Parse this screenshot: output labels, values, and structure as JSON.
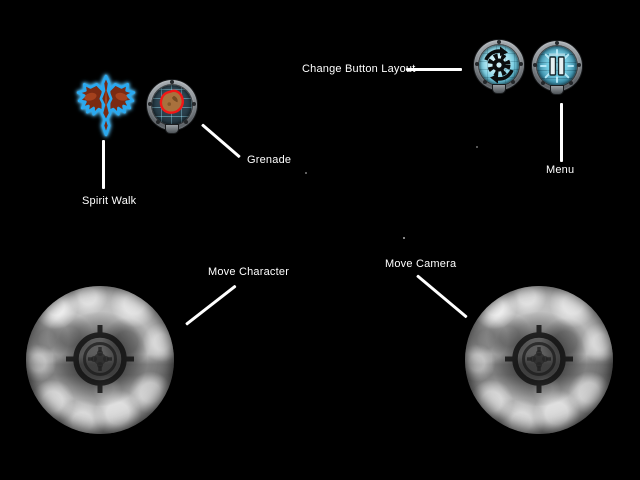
{
  "screen": {
    "background": "#000000"
  },
  "callouts": {
    "spirit_walk": {
      "label": "Spirit Walk",
      "icon": "winged-spirit-icon"
    },
    "grenade": {
      "label": "Grenade",
      "icon": "organic-grenade-icon"
    },
    "change_button_layout": {
      "label": "Change Button Layout",
      "icon": "gear-rotate-icon"
    },
    "menu": {
      "label": "Menu",
      "icon": "pause-bars-icon"
    },
    "move_character": {
      "label": "Move Character",
      "icon": "crosshair-thumbpad-icon"
    },
    "move_camera": {
      "label": "Move Camera",
      "icon": "crosshair-thumbpad-icon"
    }
  },
  "colors": {
    "label_text": "#ffffff",
    "callout_line": "#ffffff",
    "hud_cyan": "#7ed0e4",
    "spirit_outline": "#2aa9f0",
    "spirit_fill": "#7b2a12",
    "grenade_outline": "#f21616",
    "grenade_fill": "#a9713d",
    "button_metal": "#9aa0a5",
    "thumbpad_gray": "#bdbdbd",
    "reticle_dark": "#141414"
  }
}
